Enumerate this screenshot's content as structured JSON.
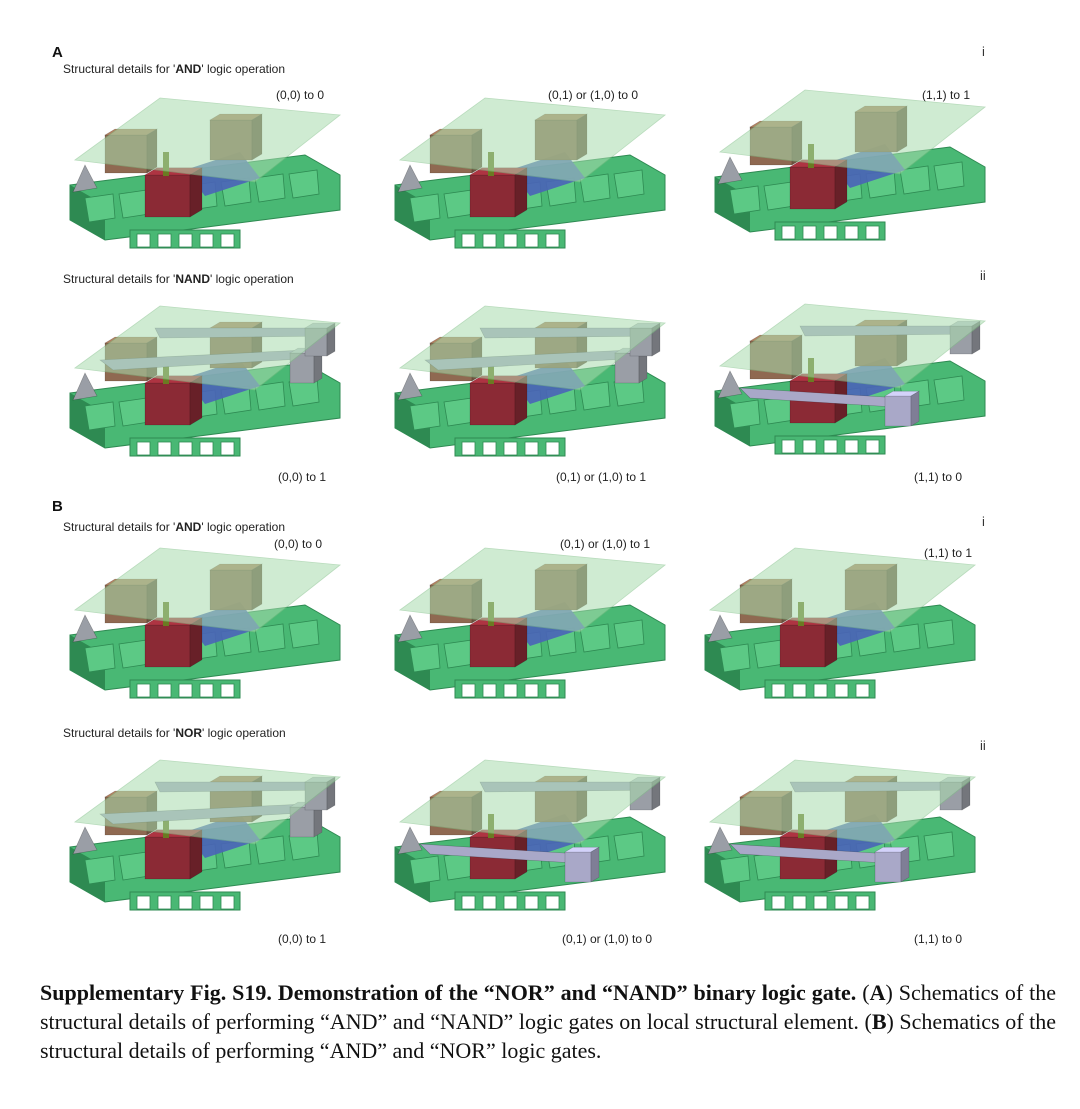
{
  "panel_a": {
    "letter": "A",
    "row1": {
      "title_prefix": "Structural details for '",
      "title_gate": "AND",
      "title_suffix": "' logic operation",
      "roman": "i",
      "states": [
        "(0,0) to 0",
        "(0,1) or (1,0) to 0",
        "(1,1) to 1"
      ]
    },
    "row2": {
      "title_prefix": "Structural details for '",
      "title_gate": "NAND",
      "title_suffix": "' logic operation",
      "roman": "ii",
      "states": [
        "(0,0) to 1",
        "(0,1) or (1,0) to 1",
        "(1,1) to 0"
      ]
    }
  },
  "panel_b": {
    "letter": "B",
    "row1": {
      "title_prefix": "Structural details for '",
      "title_gate": "AND",
      "title_suffix": "' logic operation",
      "roman": "i",
      "states": [
        "(0,0) to 0",
        "(0,1) or (1,0) to 1",
        "(1,1) to 1"
      ]
    },
    "row2": {
      "title_prefix": "Structural details for '",
      "title_gate": "NOR",
      "title_suffix": "' logic operation",
      "roman": "ii",
      "states": [
        "(0,0) to 1",
        "(0,1) or (1,0) to 0",
        "(1,1) to 0"
      ]
    }
  },
  "caption": {
    "fig_label": "Supplementary Fig. S19. Demonstration of the “NOR” and “NAND” binary logic gate.",
    "part_a_open": " (",
    "part_a_letter": "A",
    "part_a_text": ") Schematics of the structural details of performing “AND” and “NAND” logic gates on local structural element. (",
    "part_b_letter": "B",
    "part_b_text": ") Schematics of the structural details of performing “AND” and “NOR” logic gates."
  },
  "colors": {
    "green_face": "#49b874",
    "green_dark": "#2e8a52",
    "plate": "#a9dcae",
    "red_block": "#8b2a35",
    "brown_block": "#8a6248",
    "blue_block": "#4a63b8",
    "grey_block": "#9a9ea6",
    "lavender_block": "#a9a8c8",
    "olive_pin": "#6b7a22"
  }
}
